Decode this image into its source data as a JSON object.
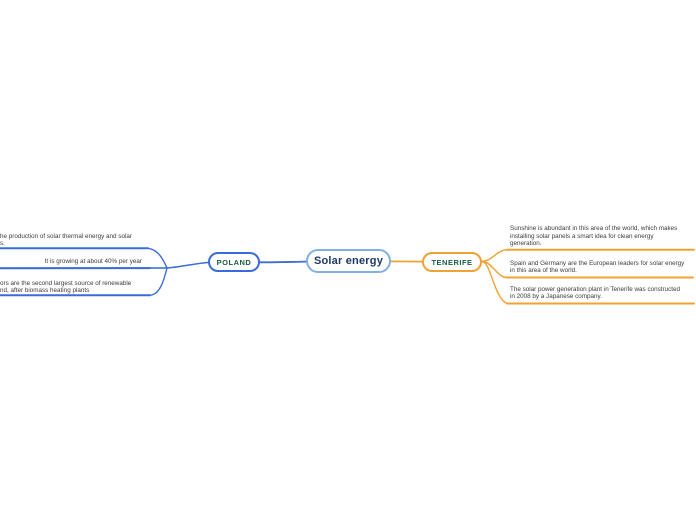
{
  "colors": {
    "background": "#FFFFFF",
    "branch_blue": "#3B6BDB",
    "branch_orange": "#F0A232",
    "root_border": "#7FB0E6",
    "root_text": "#1F3864",
    "branch_label_text": "#1A5C40",
    "node_text": "#3B3B3B"
  },
  "root": {
    "label": "Solar energy"
  },
  "branches": [
    {
      "label": "POLAND",
      "side": "left",
      "color": "#3B6BDB",
      "nodes": [
        {
          "lines": [
            "he production of solar thermal energy and solar",
            "s."
          ]
        },
        {
          "lines": [
            "It is growing at about 40% per year"
          ]
        },
        {
          "lines": [
            "ors are the second largest source of renewable",
            "nd, after biomass heating plants"
          ]
        }
      ]
    },
    {
      "label": "TENERIFE",
      "side": "right",
      "color": "#F0A232",
      "nodes": [
        {
          "lines": [
            "Sunshine is abundant in this area of the world, which makes",
            "installing solar panels a smart idea for clean energy",
            "generation."
          ]
        },
        {
          "lines": [
            "Spain and Germany are the European leaders for solar energy",
            "in this area of the world."
          ]
        },
        {
          "lines": [
            "The solar power generation plant in Tenerife was constructed",
            "in 2008 by a Japanese company."
          ]
        }
      ]
    }
  ]
}
